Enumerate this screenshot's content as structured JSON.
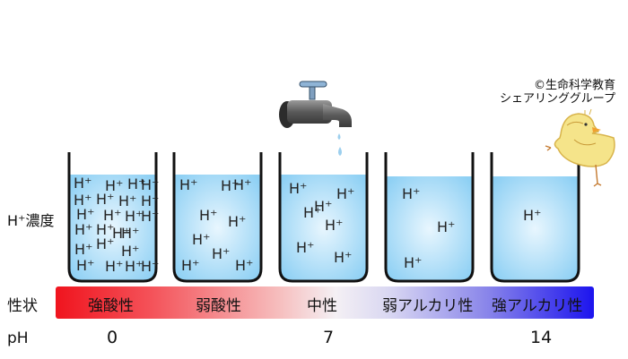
{
  "copyright": {
    "line1": "©生命科学教育",
    "line2": "シェアリンググループ"
  },
  "row_labels": {
    "concentration": "H⁺濃度",
    "property": "性状",
    "ph": "pH"
  },
  "ion_label": "H⁺",
  "cups": [
    {
      "name": "strong-acid",
      "ion_count": 23
    },
    {
      "name": "weak-acid",
      "ion_count": 9
    },
    {
      "name": "neutral",
      "ion_count": 7
    },
    {
      "name": "weak-alkaline",
      "ion_count": 3
    },
    {
      "name": "strong-alkaline",
      "ion_count": 1
    }
  ],
  "scale_labels": [
    "強酸性",
    "弱酸性",
    "中性",
    "弱アルカリ性",
    "強アルカリ性"
  ],
  "ph_values": [
    "0",
    "7",
    "14"
  ],
  "colors": {
    "acid": "#f0141e",
    "neutral": "#f4f0f4",
    "alkaline": "#1c14ee",
    "water": "#aad8f4",
    "cup_outline": "#111111"
  },
  "icons": [
    "faucet-icon",
    "water-drop-icon",
    "chick-illustration"
  ]
}
